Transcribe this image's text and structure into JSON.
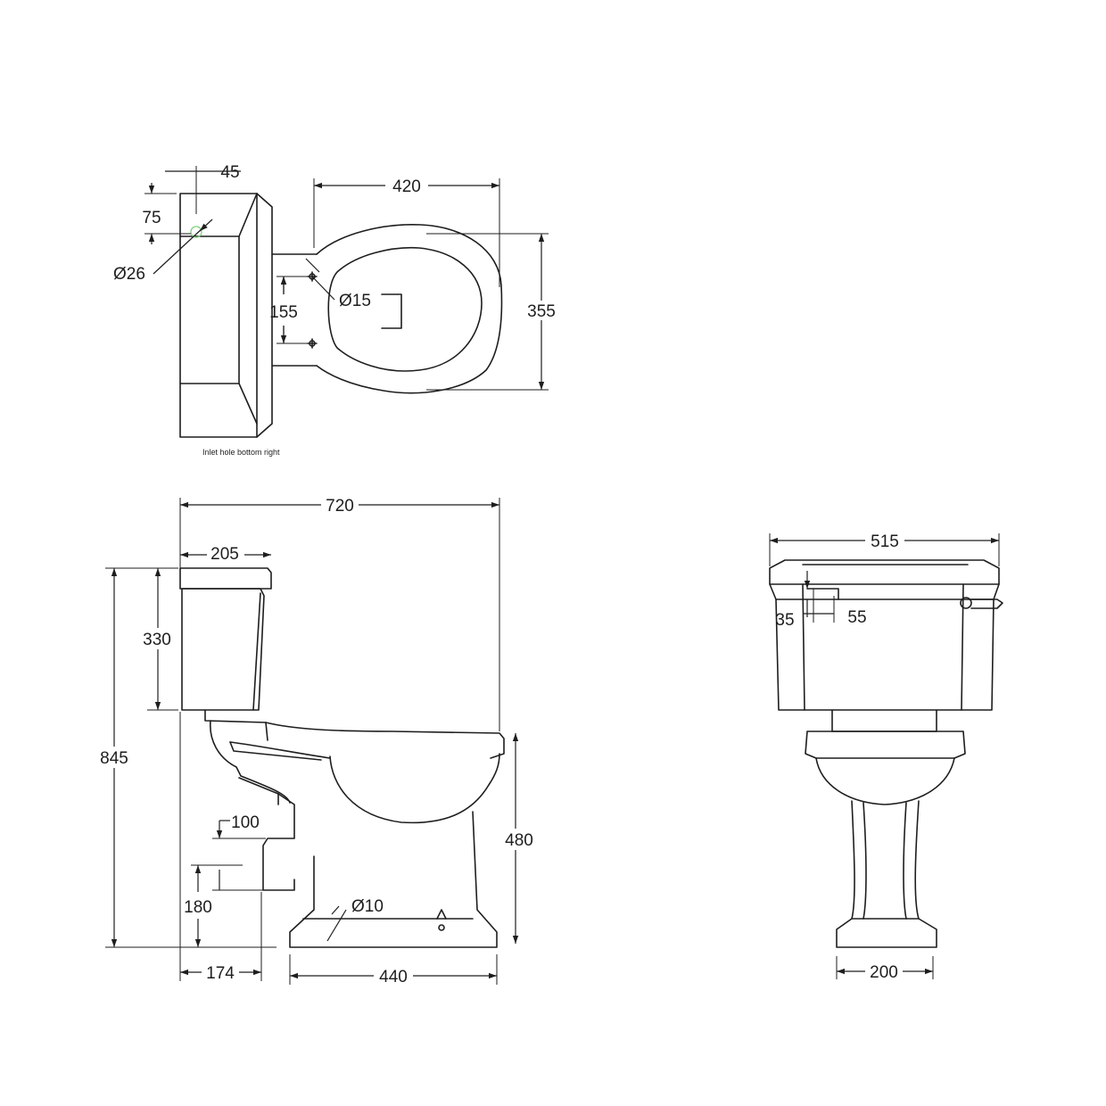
{
  "dimensions": {
    "plan": {
      "inlet_offset_x": "45",
      "inlet_offset_y": "75",
      "inlet_diameter": "Ø26",
      "bowl_length": "420",
      "fixing_spacing": "155",
      "fixing_hole_diameter": "Ø15",
      "overall_width": "355"
    },
    "side": {
      "overall_depth": "720",
      "cistern_depth": "205",
      "cistern_height": "330",
      "overall_height": "845",
      "outlet_height_upper": "100",
      "outlet_height_lower": "180",
      "fixing_hole_diameter": "Ø10",
      "rim_height": "480",
      "outlet_to_wall": "174",
      "footprint_depth": "440"
    },
    "front": {
      "cistern_width": "515",
      "lever_offset_y": "35",
      "lever_offset_x": "55",
      "footprint_width": "200"
    }
  },
  "legend": {
    "inlet_note": "Inlet hole bottom right",
    "inlet_marker_color": "#7fd17f"
  },
  "colors": {
    "line": "#1e1e1e",
    "background": "#ffffff"
  }
}
